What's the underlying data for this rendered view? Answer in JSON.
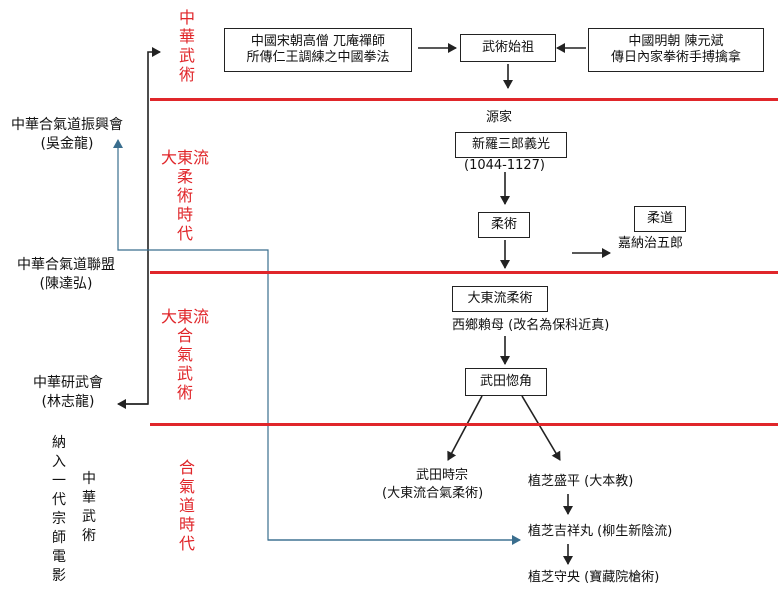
{
  "eras": {
    "chinese_martial": "中\n華\n武\n術",
    "daito_jujutsu": "大東流\n柔\n術\n時\n代",
    "daito_aiki": "大東流\n合\n氣\n武\n術",
    "aikido": "合\n氣\n道\n時\n代"
  },
  "nodes": {
    "song_monk": "中國宋朝高僧 兀庵禪師\n所傳仁王調練之中國拳法",
    "wushu_ancestor": "武術始祖",
    "ming_chen": "中國明朝 陳元斌\n傳日內家拳術手搏擒拿",
    "genji": "源家",
    "shinra": "新羅三郎義光",
    "shinra_years": "(1044-1127)",
    "jujutsu": "柔術",
    "judo": "柔道",
    "kano": "嘉納治五郎",
    "daito_ryu": "大東流柔術",
    "saigo": "西鄉賴母 (改名為保科近真)",
    "takeda_sokaku": "武田惚角",
    "takeda_tokimune": "武田時宗",
    "takeda_tokimune_sub": "(大東流合氣柔術)",
    "ueshiba_morihei": "植芝盛平 (大本教)",
    "ueshiba_kisshomaru": "植芝吉祥丸 (柳生新陰流)",
    "ueshiba_moriteru": "植芝守央 (寶藏院槍術)"
  },
  "left_orgs": {
    "zhenxing": "中華合氣道振興會\n(吳金龍)",
    "lianmeng": "中華合氣道聯盟\n(陳達弘)",
    "yanwu": "中華研武會\n(林志龍)"
  },
  "vertical_notes": {
    "col_a": "納\n入\n一\n代\n宗\n師\n電\n影",
    "col_b": "中\n華\n武\n術"
  },
  "colors": {
    "era_red": "#e0262a",
    "link_blue": "#3a6e8e",
    "ink": "#222222"
  }
}
